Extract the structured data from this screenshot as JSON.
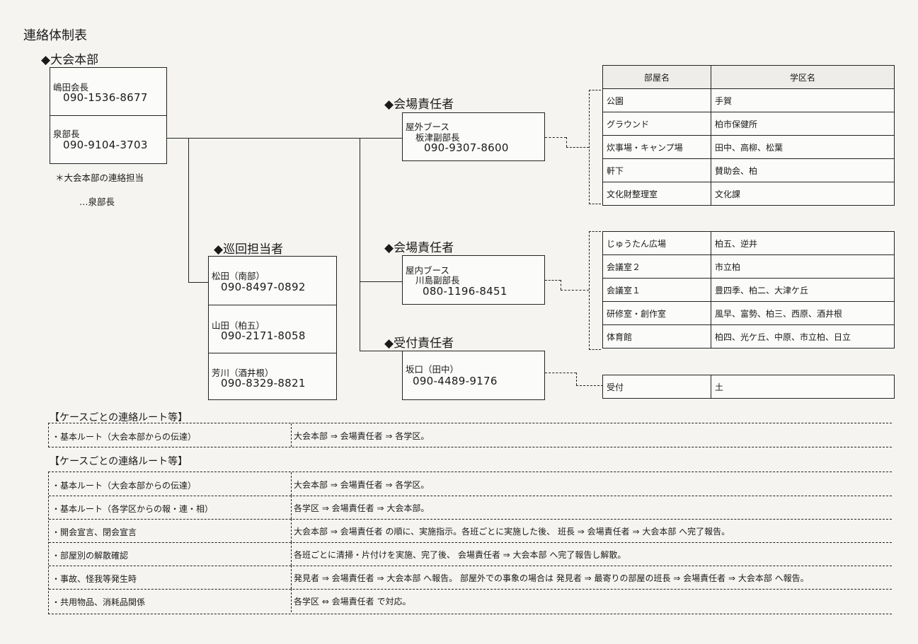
{
  "title": "連絡体制表",
  "hq": {
    "heading": "◆大会本部",
    "members": [
      {
        "name": "嶋田会長",
        "phone": "090-1536-8677"
      },
      {
        "name": "泉部長",
        "phone": "090-9104-3703"
      }
    ],
    "note1": "＊大会本部の連絡担当",
    "note2": "…泉部長"
  },
  "patrol": {
    "heading": "◆巡回担当者",
    "members": [
      {
        "name": "松田（南部）",
        "phone": "090-8497-0892"
      },
      {
        "name": "山田（柏五）",
        "phone": "090-2171-8058"
      },
      {
        "name": "芳川（酒井根）",
        "phone": "090-8329-8821"
      }
    ]
  },
  "venues": [
    {
      "heading": "◆会場責任者",
      "line1": "屋外ブース",
      "line2": "板津副部長",
      "phone": "090-9307-8600"
    },
    {
      "heading": "◆会場責任者",
      "line1": "屋内ブース",
      "line2": "川島副部長",
      "phone": "080-1196-8451"
    },
    {
      "heading": "◆受付責任者",
      "line1": "坂口（田中）",
      "line2": "",
      "phone": "090-4489-9176"
    }
  ],
  "room_table": {
    "headers": [
      "部屋名",
      "学区名"
    ],
    "outdoor": [
      [
        "公園",
        "手賀"
      ],
      [
        "グラウンド",
        "柏市保健所"
      ],
      [
        "炊事場・キャンプ場",
        "田中、高柳、松葉"
      ],
      [
        "軒下",
        "賛助会、柏"
      ],
      [
        "文化財整理室",
        "文化課"
      ]
    ],
    "indoor": [
      [
        "じゅうたん広場",
        "柏五、逆井"
      ],
      [
        "会議室２",
        "市立柏"
      ],
      [
        "会議室１",
        "豊四季、柏二、大津ケ丘"
      ],
      [
        "研修室・創作室",
        "風早、富勢、柏三、西原、酒井根"
      ],
      [
        "体育館",
        "柏四、光ケ丘、中原、市立柏、日立"
      ]
    ],
    "reception": [
      [
        "受付",
        "土"
      ]
    ]
  },
  "routes1": {
    "heading": "【ケースごとの連絡ルート等】",
    "rows": [
      {
        "case": "・基本ルート（大会本部からの伝達）",
        "route": "大会本部 ⇒ 会場責任者 ⇒ 各学区。"
      }
    ]
  },
  "routes2": {
    "heading": "【ケースごとの連絡ルート等】",
    "rows": [
      {
        "case": "・基本ルート（大会本部からの伝達）",
        "route": "大会本部 ⇒ 会場責任者 ⇒ 各学区。"
      },
      {
        "case": "・基本ルート（各学区からの報・連・相）",
        "route": "各学区 ⇒ 会場責任者 ⇒ 大会本部。"
      },
      {
        "case": "・開会宣言、閉会宣言",
        "route": "大会本部 ⇒ 会場責任者 の順に、実施指示。各班ごとに実施した後、 班長 ⇒ 会場責任者 ⇒ 大会本部 へ完了報告。"
      },
      {
        "case": "・部屋別の解散確認",
        "route": "各班ごとに清掃・片付けを実施、完了後、 会場責任者 ⇒ 大会本部 へ完了報告し解散。"
      },
      {
        "case": "・事故、怪我等発生時",
        "route": "発見者 ⇒ 会場責任者 ⇒ 大会本部 へ報告。 部屋外での事象の場合は 発見者 ⇒ 最寄りの部屋の班長 ⇒ 会場責任者 ⇒ 大会本部 へ報告。"
      },
      {
        "case": "・共用物品、消耗品関係",
        "route": "各学区 ⇔ 会場責任者 で対応。"
      }
    ]
  }
}
